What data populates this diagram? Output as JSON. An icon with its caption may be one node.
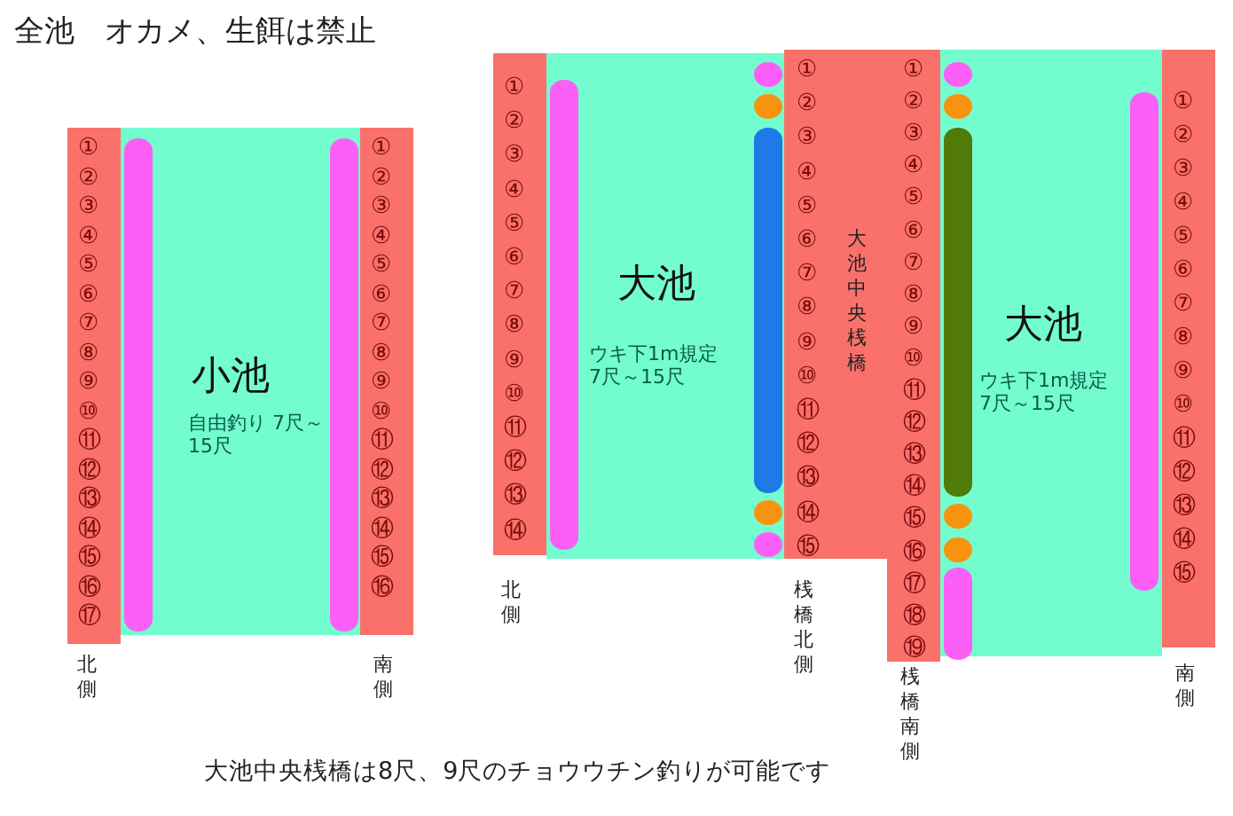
{
  "diagram": {
    "title": "全池　オカメ、生餌は禁止",
    "caption": "大池中央桟橋は8尺、9尺のチョウウチン釣りが可能です",
    "nodes": [
      {
        "text": [
          "小池",
          "自由釣り 7尺～15尺"
        ]
      },
      {
        "text": [
          "①",
          "②",
          "③",
          "④",
          "⑤",
          "⑥",
          "⑦",
          "⑧",
          "⑨",
          "⑩",
          "⑪",
          "⑫",
          "⑬",
          "⑭",
          "⑮",
          "⑯",
          "⑰"
        ],
        "beside": [
          "北側"
        ]
      },
      {
        "text": [
          "①",
          "②",
          "③",
          "④",
          "⑤",
          "⑥",
          "⑦",
          "⑧",
          "⑨",
          "⑩",
          "⑪",
          "⑫",
          "⑬",
          "⑭",
          "⑮",
          "⑯"
        ],
        "beside": [
          "南側"
        ]
      },
      {
        "text": [
          "大池",
          "ウキ下1m規定 7尺～15尺"
        ]
      },
      {
        "text": [
          "①",
          "②",
          "③",
          "④",
          "⑤",
          "⑥",
          "⑦",
          "⑧",
          "⑨",
          "⑩",
          "⑪",
          "⑫",
          "⑬",
          "⑭"
        ],
        "beside": [
          "北側"
        ]
      },
      {
        "text": [
          "大池中央桟橋",
          "①",
          "②",
          "③",
          "④",
          "⑤",
          "⑥",
          "⑦",
          "⑧",
          "⑨",
          "⑩",
          "⑪",
          "⑫",
          "⑬",
          "⑭",
          "⑮"
        ],
        "beside": [
          "桟橋北側"
        ]
      },
      {
        "text": [
          "①",
          "②",
          "③",
          "④",
          "⑤",
          "⑥",
          "⑦",
          "⑧",
          "⑨",
          "⑩",
          "⑪",
          "⑫",
          "⑬",
          "⑭",
          "⑮",
          "⑯",
          "⑰",
          "⑱",
          "⑲"
        ],
        "beside": [
          "桟橋南側"
        ]
      },
      {
        "text": [
          "大池",
          "ウキ下1m規定 7尺～15尺"
        ]
      },
      {
        "text": [
          "①",
          "②",
          "③",
          "④",
          "⑤",
          "⑥",
          "⑦",
          "⑧",
          "⑨",
          "⑩",
          "⑪",
          "⑫",
          "⑬",
          "⑭",
          "⑮"
        ],
        "beside": [
          "南側"
        ]
      }
    ]
  }
}
